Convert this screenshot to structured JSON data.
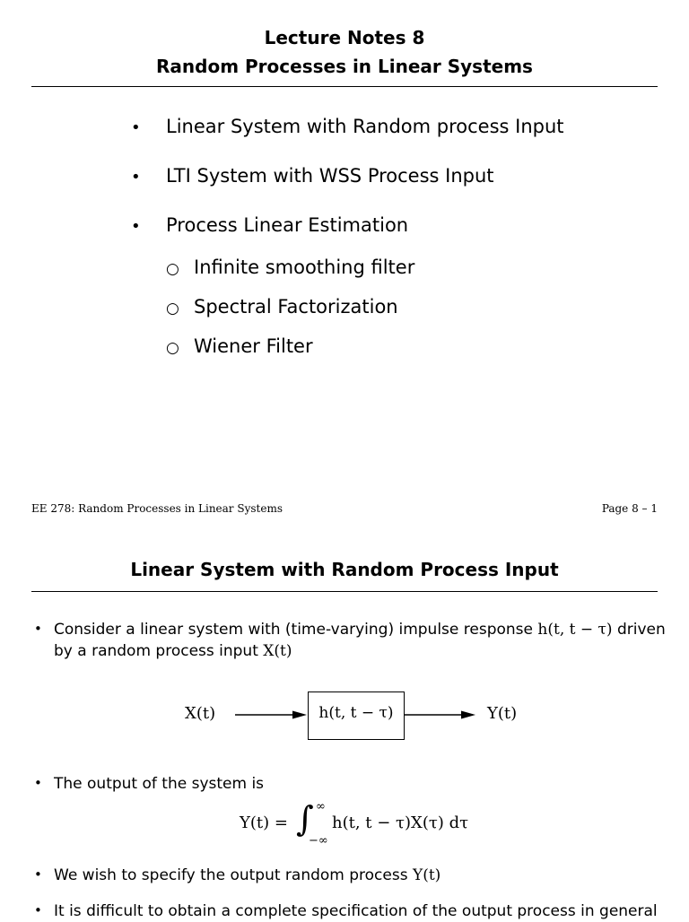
{
  "page1": {
    "title_line1": "Lecture Notes 8",
    "title_line2": "Random Processes in Linear Systems",
    "bullets": [
      "Linear System with Random process Input",
      "LTI System with WSS Process Input",
      "Process Linear Estimation"
    ],
    "subbullets": [
      "Infinite smoothing filter",
      "Spectral Factorization",
      "Wiener Filter"
    ],
    "footer_left": "EE 278: Random Processes in Linear Systems",
    "footer_right": "Page 8 – 1"
  },
  "page2": {
    "title": "Linear System with Random Process Input",
    "bullet1_text_a": "Consider a linear system with (time-varying) impulse response",
    "bullet1_math": "h(t, t − τ)",
    "bullet1_text_b": "driven",
    "bullet1_line2": "by a random process input",
    "bullet1_line2_math": "X(t)",
    "diagram": {
      "input": "X(t)",
      "block": "h(t, t − τ)",
      "output": "Y(t)"
    },
    "bullet2": "The output of the system is",
    "equation": {
      "lhs": "Y(t) =",
      "upper": "∞",
      "lower": "−∞",
      "integrand": "h(t, t − τ)X(τ) dτ"
    },
    "bullet3": "We wish to specify the output random process",
    "bullet3_math": "Y(t)",
    "bullet4": "It is difficult to obtain a complete specification of the output process in general"
  }
}
